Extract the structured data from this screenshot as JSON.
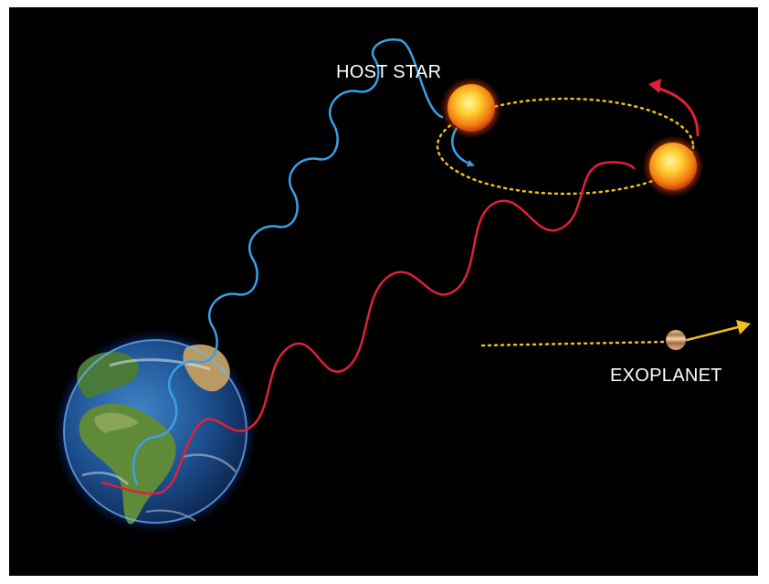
{
  "labels": {
    "host_star": "HOST STAR",
    "exoplanet": "EXOPLANET"
  },
  "colors": {
    "background": "#000000",
    "blueshift_wave": "#3a9fe6",
    "redshift_wave": "#e0203a",
    "orbit_path": "#f0c020",
    "label_text": "#ffffff"
  },
  "icons": [
    "earth-globe",
    "star-sun",
    "gas-giant-planet",
    "arrow"
  ]
}
